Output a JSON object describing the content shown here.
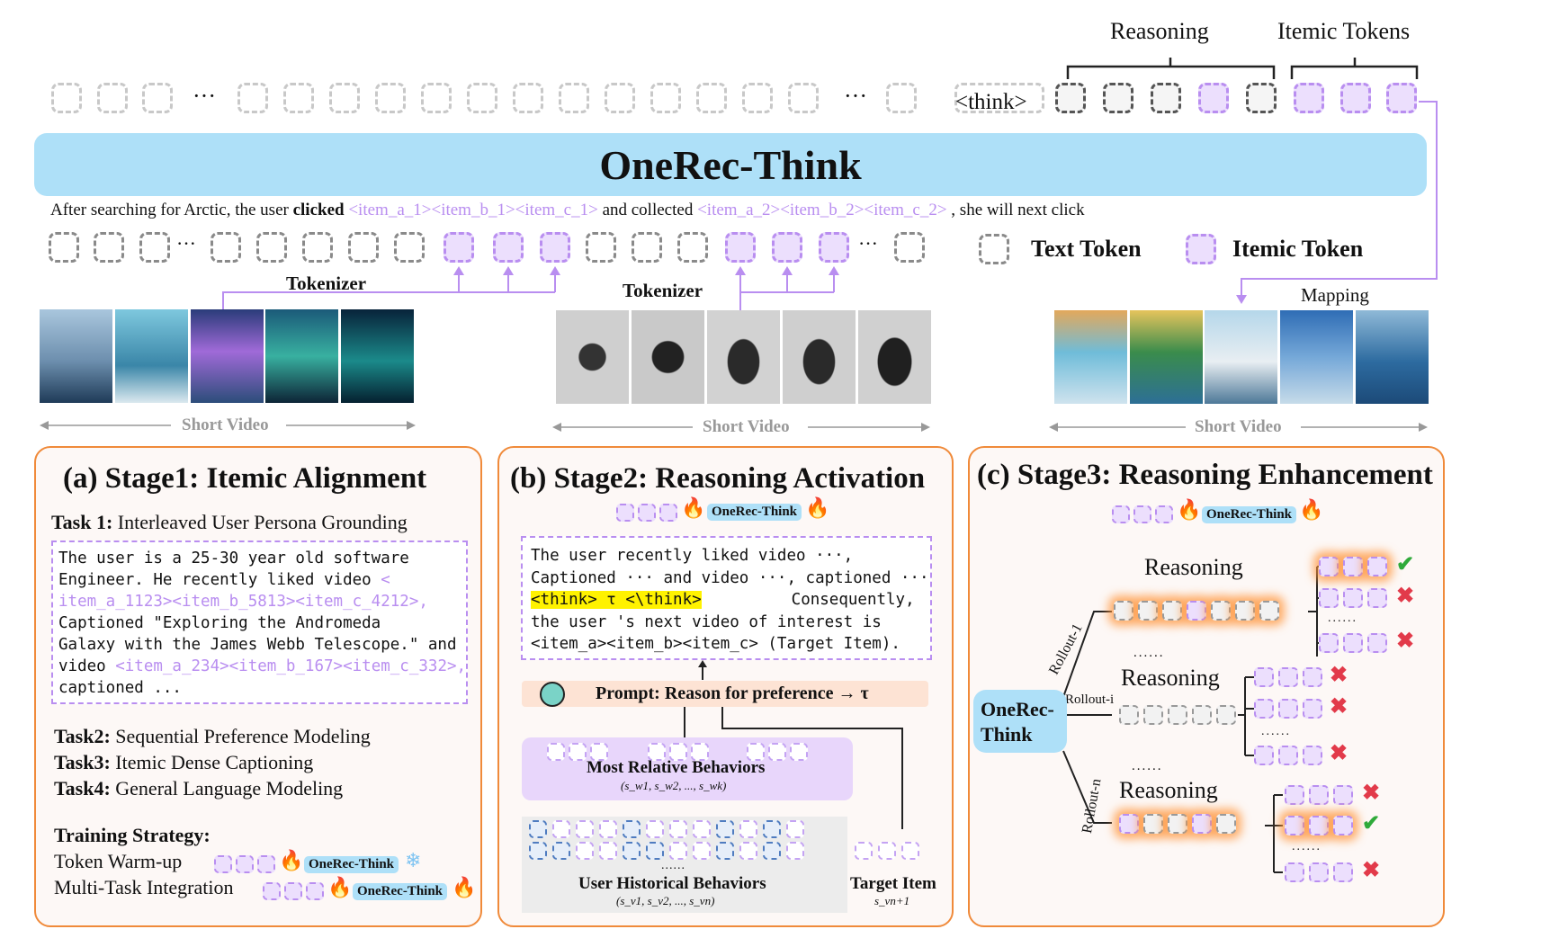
{
  "top": {
    "reasoning_label": "Reasoning",
    "itemic_label": "Itemic Tokens",
    "think_tag": "<think>",
    "ellipsis": "···"
  },
  "banner": {
    "title": "OneRec-Think"
  },
  "sentence": {
    "prefix": "After searching for Arctic, the user ",
    "clicked": "clicked",
    "items1": " <item_a_1><item_b_1><item_c_1> ",
    "mid": "and collected ",
    "items2": "<item_a_2><item_b_2><item_c_2>",
    "suffix": " , she will next click"
  },
  "legend": {
    "text_token": "Text Token",
    "itemic_token": "Itemic Token"
  },
  "labels": {
    "tokenizer": "Tokenizer",
    "mapping": "Mapping",
    "short_video": "Short Video"
  },
  "stage1": {
    "title": "(a) Stage1: Itemic Alignment",
    "task1_bold": "Task 1:",
    "task1_text": " Interleaved User Persona Grounding",
    "box_lines": [
      "The user is a 25-30 year old software",
      "Engineer. He recently liked video ",
      "item_a_1123><item_b_5813><item_c_4212>,",
      "Captioned \"Exploring the Andromeda",
      "Galaxy with the James Webb Telescope.\" and",
      "video ",
      "<item_a_234><item_b_167><item_c_332>,",
      "captioned ..."
    ],
    "box_open_bracket": "<",
    "tasks": [
      {
        "bold": "Task2:",
        "text": " Sequential Preference Modeling"
      },
      {
        "bold": "Task3:",
        "text": " Itemic Dense Captioning"
      },
      {
        "bold": "Task4:",
        "text": " General Language Modeling"
      }
    ],
    "strategy_title": "Training Strategy:",
    "strategy_1": "Token Warm-up",
    "strategy_2": "Multi-Task Integration",
    "model_pill": "OneRec-Think"
  },
  "stage2": {
    "title": "(b) Stage2: Reasoning Activation",
    "model_pill": "OneRec-Think",
    "box_line1": "The user recently liked video ···,",
    "box_line2": "Captioned ··· and video ···, captioned ···,",
    "think_open": "<think> τ <\\think>",
    "consequently": "Consequently,",
    "box_line4": "the user 's next video of interest is",
    "box_line5": "<item_a><item_b><item_c> (Target Item).",
    "prompt": "Prompt: Reason for preference → τ",
    "most_relative": "Most Relative Behaviors",
    "most_relative_sub": "(s_w1, s_w2, ..., s_wk)",
    "user_hist": "User Historical Behaviors",
    "user_hist_sub": "(s_v1, s_v2, ..., s_vn)",
    "target": "Target Item",
    "target_sub": "s_vn+1",
    "dots": "......"
  },
  "stage3": {
    "title": "(c) Stage3: Reasoning Enhancement",
    "model_pill": "OneRec-Think",
    "reasoning": "Reasoning",
    "rollout_1": "Rollout-1",
    "rollout_i": "Rollout-i",
    "rollout_n": "Rollout-n",
    "onerec": "OneRec-Think",
    "onerec_l1": "OneRec-",
    "onerec_l2": "Think",
    "dots": "......",
    "check": "✔",
    "cross": "✖"
  },
  "colors": {
    "banner": "#aee0f8",
    "itemic": "#b98ef0",
    "panel_border": "#f08a3a",
    "highlight": "#fff200"
  }
}
